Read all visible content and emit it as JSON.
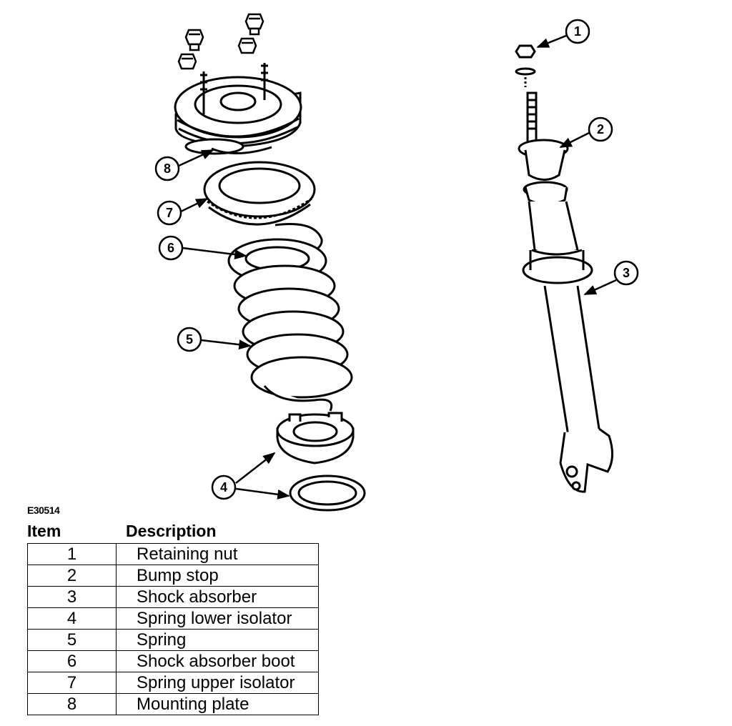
{
  "figure_id": "E30514",
  "legend": {
    "item_header": "Item",
    "description_header": "Description",
    "rows": [
      {
        "item": "1",
        "description": "Retaining nut"
      },
      {
        "item": "2",
        "description": "Bump stop"
      },
      {
        "item": "3",
        "description": "Shock absorber"
      },
      {
        "item": "4",
        "description": "Spring lower isolator"
      },
      {
        "item": "5",
        "description": "Spring"
      },
      {
        "item": "6",
        "description": "Shock absorber boot"
      },
      {
        "item": "7",
        "description": "Spring upper isolator"
      },
      {
        "item": "8",
        "description": "Mounting plate"
      }
    ]
  },
  "callouts": {
    "c1": "1",
    "c2": "2",
    "c3": "3",
    "c4": "4",
    "c5": "5",
    "c6": "6",
    "c7": "7",
    "c8": "8"
  }
}
